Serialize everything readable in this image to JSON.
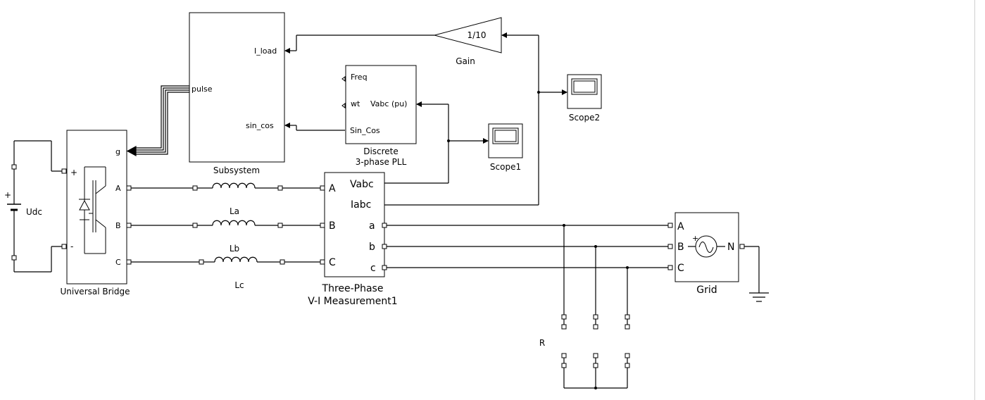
{
  "blocks": {
    "subsystem": {
      "label": "Subsystem",
      "ports": {
        "i_load": "I_load",
        "pulse": "pulse",
        "sin_cos": "sin_cos"
      }
    },
    "gain": {
      "value": "1/10",
      "label": "Gain"
    },
    "pll": {
      "label_line1": "Discrete",
      "label_line2": "3-phase PLL",
      "ports": {
        "freq": "Freq",
        "wt": "wt",
        "vabc": "Vabc  (pu)",
        "sin_cos": "Sin_Cos"
      }
    },
    "scope1": {
      "label": "Scope1"
    },
    "scope2": {
      "label": "Scope2"
    },
    "universal_bridge": {
      "label": "Universal Bridge",
      "ports": {
        "plus": "+",
        "minus": "-",
        "g": "g",
        "a": "A",
        "b": "B",
        "c": "C"
      }
    },
    "udc": {
      "label": "Udc",
      "plus": "+"
    },
    "la": {
      "label": "La"
    },
    "lb": {
      "label": "Lb"
    },
    "lc": {
      "label": "Lc"
    },
    "vi": {
      "label_line1": "Three-Phase",
      "label_line2": "V-I Measurement1",
      "ports": {
        "A": "A",
        "B": "B",
        "C": "C",
        "vabc": "Vabc",
        "iabc": "Iabc",
        "a": "a",
        "b": "b",
        "c": "c"
      }
    },
    "grid": {
      "label": "Grid",
      "ports": {
        "A": "A",
        "B": "B",
        "C": "C",
        "N": "N"
      }
    },
    "r": {
      "label": "R"
    }
  }
}
